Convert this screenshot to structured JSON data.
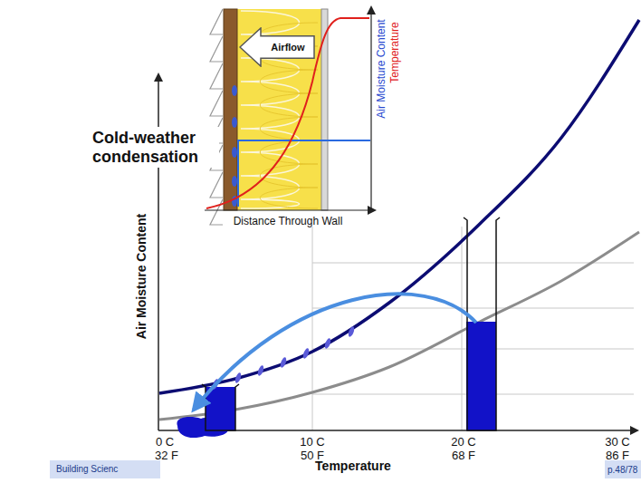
{
  "diagram": {
    "nodes": [
      {
        "text": [
          "Airflow"
        ]
      }
    ],
    "labels": [
      "Cold-weather condensation",
      "Air Moisture Content",
      "Temperature",
      "Distance Through Wall",
      "Air Moisture Content",
      "0 C",
      "32 F",
      "10 C",
      "50 F",
      "20 C",
      "68 F",
      "30 C",
      "86 F",
      "Temperature",
      "Building Scienc",
      "p.48/78"
    ]
  }
}
